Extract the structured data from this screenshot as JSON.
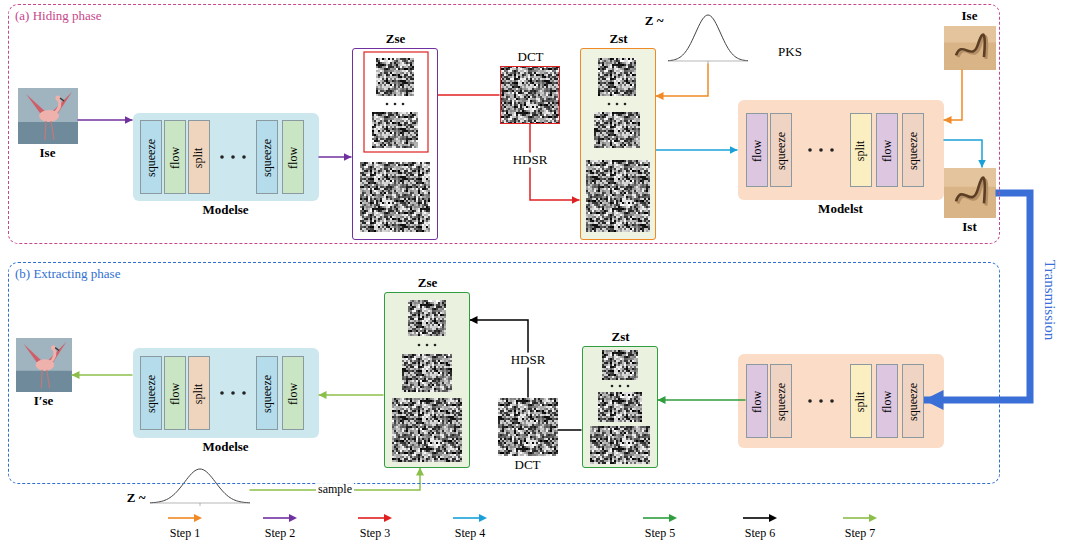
{
  "diagram": {
    "nodes": [
      {
        "text": [
          "(a) Hiding phase"
        ]
      },
      {
        "text": [
          "Ise"
        ],
        "in": 0
      },
      {
        "text": [
          "Modelse"
        ],
        "in": 0
      },
      {
        "text": [
          "squeeze"
        ],
        "in": 2
      },
      {
        "text": [
          "flow"
        ],
        "in": 2
      },
      {
        "text": [
          "split"
        ],
        "in": 2
      },
      {
        "text": [
          "squeeze"
        ],
        "in": 2
      },
      {
        "text": [
          "flow"
        ],
        "in": 2
      },
      {
        "text": [
          "Zse"
        ],
        "in": 0
      },
      {
        "text": [
          "DCT"
        ],
        "in": 0
      },
      {
        "text": [
          "Zst"
        ],
        "in": 0
      },
      {
        "text": [
          "Z ~"
        ],
        "in": 0
      },
      {
        "text": [
          "Modelst"
        ],
        "in": 0
      },
      {
        "text": [
          "flow"
        ],
        "in": 12
      },
      {
        "text": [
          "squeeze"
        ],
        "in": 12
      },
      {
        "text": [
          "split"
        ],
        "in": 12
      },
      {
        "text": [
          "flow"
        ],
        "in": 12
      },
      {
        "text": [
          "squeeze"
        ],
        "in": 12
      },
      {
        "text": [
          "Ise"
        ],
        "in": 0
      },
      {
        "text": [
          "Ist"
        ],
        "in": 0
      },
      {
        "text": [
          "(b) Extracting phase"
        ]
      },
      {
        "text": [
          "I′se"
        ],
        "in": 20
      },
      {
        "text": [
          "Modelse"
        ],
        "in": 20
      },
      {
        "text": [
          "squeeze"
        ],
        "in": 22
      },
      {
        "text": [
          "flow"
        ],
        "in": 22
      },
      {
        "text": [
          "split"
        ],
        "in": 22
      },
      {
        "text": [
          "squeeze"
        ],
        "in": 22
      },
      {
        "text": [
          "flow"
        ],
        "in": 22
      },
      {
        "text": [
          "Zse"
        ],
        "in": 20
      },
      {
        "text": [
          "DCT"
        ],
        "in": 20
      },
      {
        "text": [
          "Zst"
        ],
        "in": 20
      },
      {
        "text": [
          "flow"
        ],
        "in": 20
      },
      {
        "text": [
          "squeeze"
        ],
        "in": 20
      },
      {
        "text": [
          "split"
        ],
        "in": 20
      },
      {
        "text": [
          "flow"
        ],
        "in": 20
      },
      {
        "text": [
          "squeeze"
        ],
        "in": 20
      },
      {
        "text": [
          "Z ~"
        ],
        "in": 20
      }
    ],
    "edges": [
      {
        "from": 1,
        "to": 2,
        "arrow": "to"
      },
      {
        "from": 2,
        "to": 8,
        "arrow": "to"
      },
      {
        "from": 8,
        "to": 9,
        "arrow": "none"
      },
      {
        "from": 9,
        "to": 10,
        "label": "HDSR",
        "arrow": "to"
      },
      {
        "from": 11,
        "to": 10,
        "arrow": "to"
      },
      {
        "from": 18,
        "to": 12,
        "arrow": "to"
      },
      {
        "from": 10,
        "to": 12,
        "arrow": "to"
      },
      {
        "from": 12,
        "to": 19,
        "arrow": "to"
      },
      {
        "from": 19,
        "to": 35,
        "label": "Transmission",
        "arrow": "to"
      },
      {
        "from": 31,
        "to": 30,
        "arrow": "to"
      },
      {
        "from": 30,
        "to": 29,
        "arrow": "none"
      },
      {
        "from": 29,
        "to": 28,
        "label": "HDSR",
        "arrow": "to"
      },
      {
        "from": 36,
        "to": 28,
        "label": "sample",
        "arrow": "to"
      },
      {
        "from": 28,
        "to": 22,
        "arrow": "to"
      },
      {
        "from": 22,
        "to": 21,
        "arrow": "to"
      }
    ],
    "labels": [
      "PKS"
    ],
    "legend": [
      {
        "text": "Step 1",
        "color": "#f08a24"
      },
      {
        "text": "Step 2",
        "color": "#7030a0"
      },
      {
        "text": "Step 3",
        "color": "#e02020"
      },
      {
        "text": "Step 4",
        "color": "#1aa0d8"
      },
      {
        "text": "Step 5",
        "color": "#2e9e3e"
      },
      {
        "text": "Step 6",
        "color": "#000000"
      },
      {
        "text": "Step 7",
        "color": "#8cbf4a"
      }
    ]
  }
}
